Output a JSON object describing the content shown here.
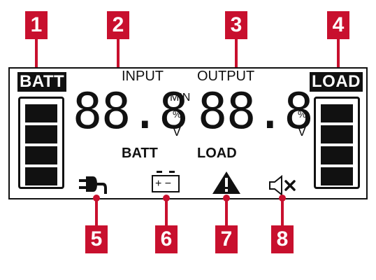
{
  "callouts": {
    "top": [
      "1",
      "2",
      "3",
      "4"
    ],
    "bottom": [
      "5",
      "6",
      "7",
      "8"
    ]
  },
  "display": {
    "batt_badge": "BATT",
    "load_badge": "LOAD",
    "input_label": "INPUT",
    "output_label": "OUTPUT",
    "input_digits": "88.8",
    "output_digits": "88.8",
    "unit_min": "MIN",
    "unit_percent_left": "%",
    "unit_v_left": "V",
    "unit_percent_right": "%",
    "unit_v_right": "V",
    "batt_label": "BATT",
    "load_label": "LOAD",
    "battery_minus": "−",
    "battery_plus_minus": "+ −"
  },
  "icons": [
    "ac-plug-icon",
    "battery-icon",
    "warning-icon",
    "mute-icon"
  ],
  "colors": {
    "callout_red": "#c8102e",
    "lcd_black": "#111111"
  }
}
